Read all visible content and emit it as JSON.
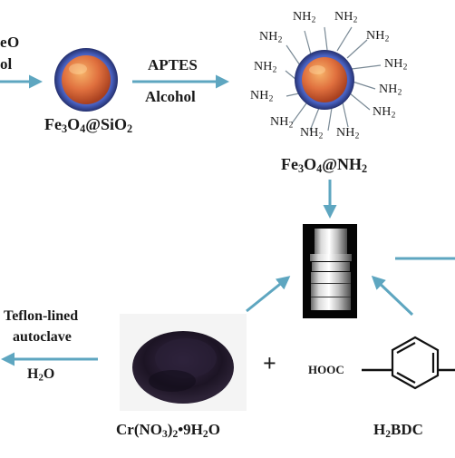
{
  "left_partial": {
    "line1": "O",
    "line2": "ol"
  },
  "fe3o4_sio2": {
    "label_pre": "Fe",
    "sub1": "3",
    "label_mid": "O",
    "sub2": "4",
    "label_post": "@SiO",
    "sub3": "2"
  },
  "step_aptes": {
    "top": "APTES",
    "bottom": "Alcohol"
  },
  "nh2": {
    "text": "NH",
    "sub": "2"
  },
  "fe3o4_nh2": {
    "label_pre": "Fe",
    "sub1": "3",
    "label_mid": "O",
    "sub2": "4",
    "label_post": "@NH",
    "sub3": "2"
  },
  "step_autoclave": {
    "line1": "Teflon-lined",
    "line2": "autoclave",
    "solvent_pre": "H",
    "solvent_sub": "2",
    "solvent_post": "O"
  },
  "chromium_salt": {
    "label_pre": "Cr(NO",
    "sub1": "3",
    "label_mid": ")",
    "sub2": "2",
    "label_post": "•9H",
    "sub3": "2",
    "label_end": "O"
  },
  "plus": "+",
  "linker": {
    "group": "HOOC",
    "label_pre": "H",
    "sub1": "2",
    "label_post": "BDC"
  },
  "colors": {
    "arrow": "#5ea6c0",
    "shell": "#3d4fa8",
    "core": "#d8603a",
    "line": "#7a8a96"
  }
}
